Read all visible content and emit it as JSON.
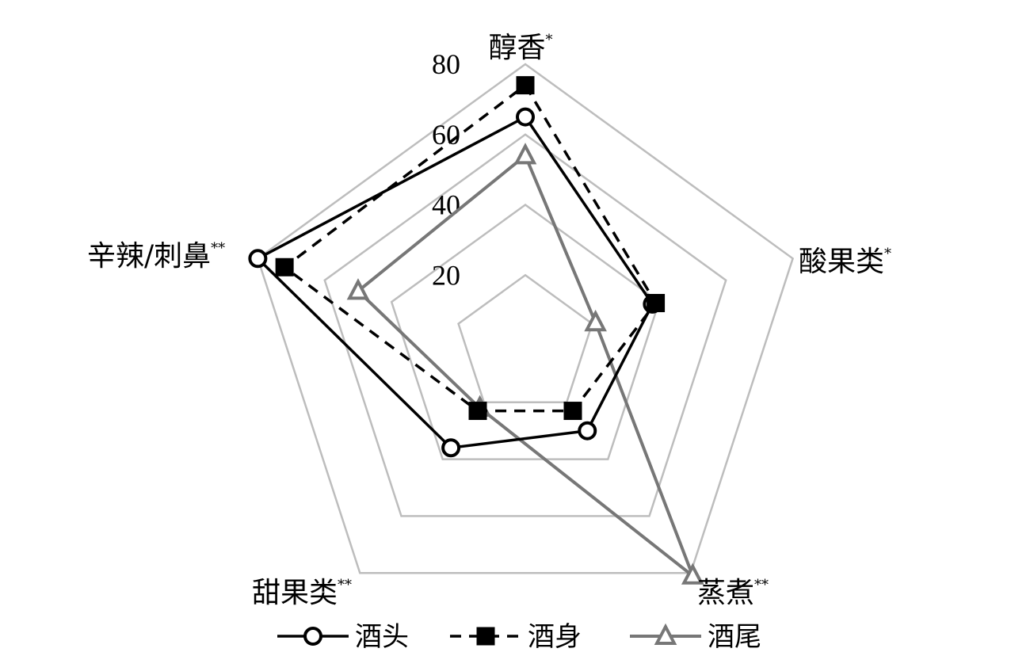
{
  "chart_data": {
    "type": "radar",
    "title": "",
    "axes": [
      {
        "name": "醇香",
        "sig": "*"
      },
      {
        "name": "酸果类",
        "sig": "*"
      },
      {
        "name": "蒸煮",
        "sig": "**"
      },
      {
        "name": "甜果类",
        "sig": "**"
      },
      {
        "name": "辛辣/刺鼻",
        "sig": "**"
      }
    ],
    "rlim": [
      0,
      80
    ],
    "ticks": [
      20,
      40,
      60,
      80
    ],
    "grid": true,
    "legend_position": "bottom",
    "series": [
      {
        "name": "酒头",
        "values": [
          65,
          38,
          30,
          36,
          80
        ],
        "color": "#000000",
        "dash": "solid",
        "marker": "circle-open"
      },
      {
        "name": "酒身",
        "values": [
          74,
          39,
          23,
          23,
          72
        ],
        "color": "#000000",
        "dash": "dashed",
        "marker": "square-filled"
      },
      {
        "name": "酒尾",
        "values": [
          54,
          21,
          81,
          22,
          50
        ],
        "color": "#777777",
        "dash": "solid",
        "marker": "triangle-open"
      }
    ]
  }
}
